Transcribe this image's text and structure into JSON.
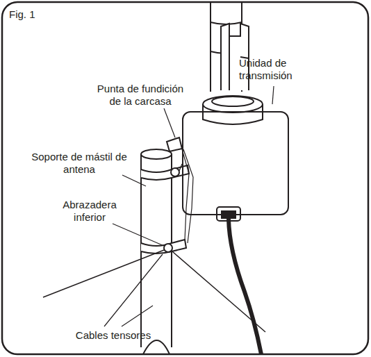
{
  "diagram": {
    "title": "Fig. 1",
    "nodes": [
      {
        "text": [
          "Unidad de transmisión"
        ]
      }
    ],
    "labels": [
      "Punta de fundición de la carcasa",
      "Soporte de mástil de antena",
      "Abrazadera inferior",
      "Cables tensores"
    ]
  }
}
